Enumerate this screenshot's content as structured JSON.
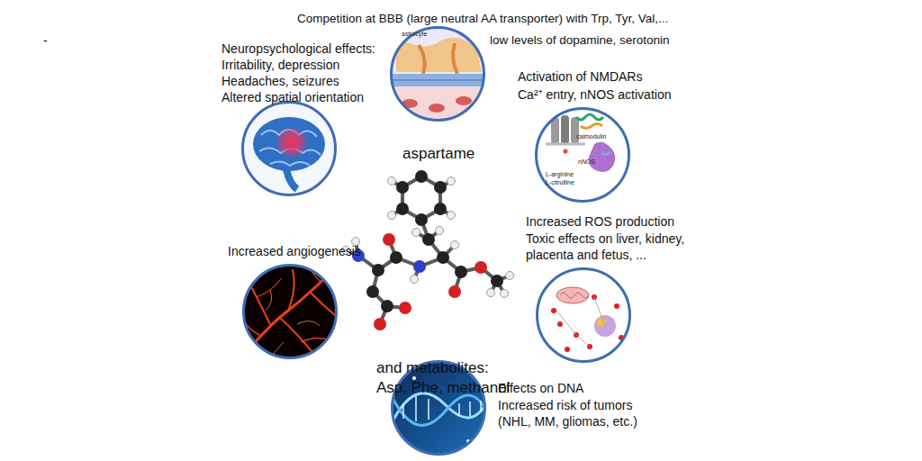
{
  "diagram": {
    "nodes": [
      {
        "text": [
          "Competition at BBB (large neutral AA transporter) with Trp, Tyr, Val,...",
          "low levels of dopamine, serotonin"
        ]
      },
      {
        "text": [
          "Neuropsychological effects:",
          "Irritability, depression",
          "Headaches, seizures",
          "Altered spatial orientation"
        ]
      },
      {
        "text": [
          "Activation of NMDARs",
          "Ca²⁺ entry, nNOS activation"
        ]
      },
      {
        "text": [
          "Increased angiogenesis"
        ]
      },
      {
        "text": [
          "Increased ROS production",
          "Toxic effects on liver, kidney, placenta and fetus, ..."
        ]
      },
      {
        "text": [
          "Effects on DNA",
          "Increased risk of tumors (NHL, MM, gliomas, etc.)"
        ]
      }
    ],
    "labels": [
      "-",
      "aspartame",
      "and metabolites: Asp, Phe, methanol",
      "astrocyte",
      "calmodulin",
      "nNOS",
      "L-arginine",
      "L-citrulline"
    ]
  }
}
